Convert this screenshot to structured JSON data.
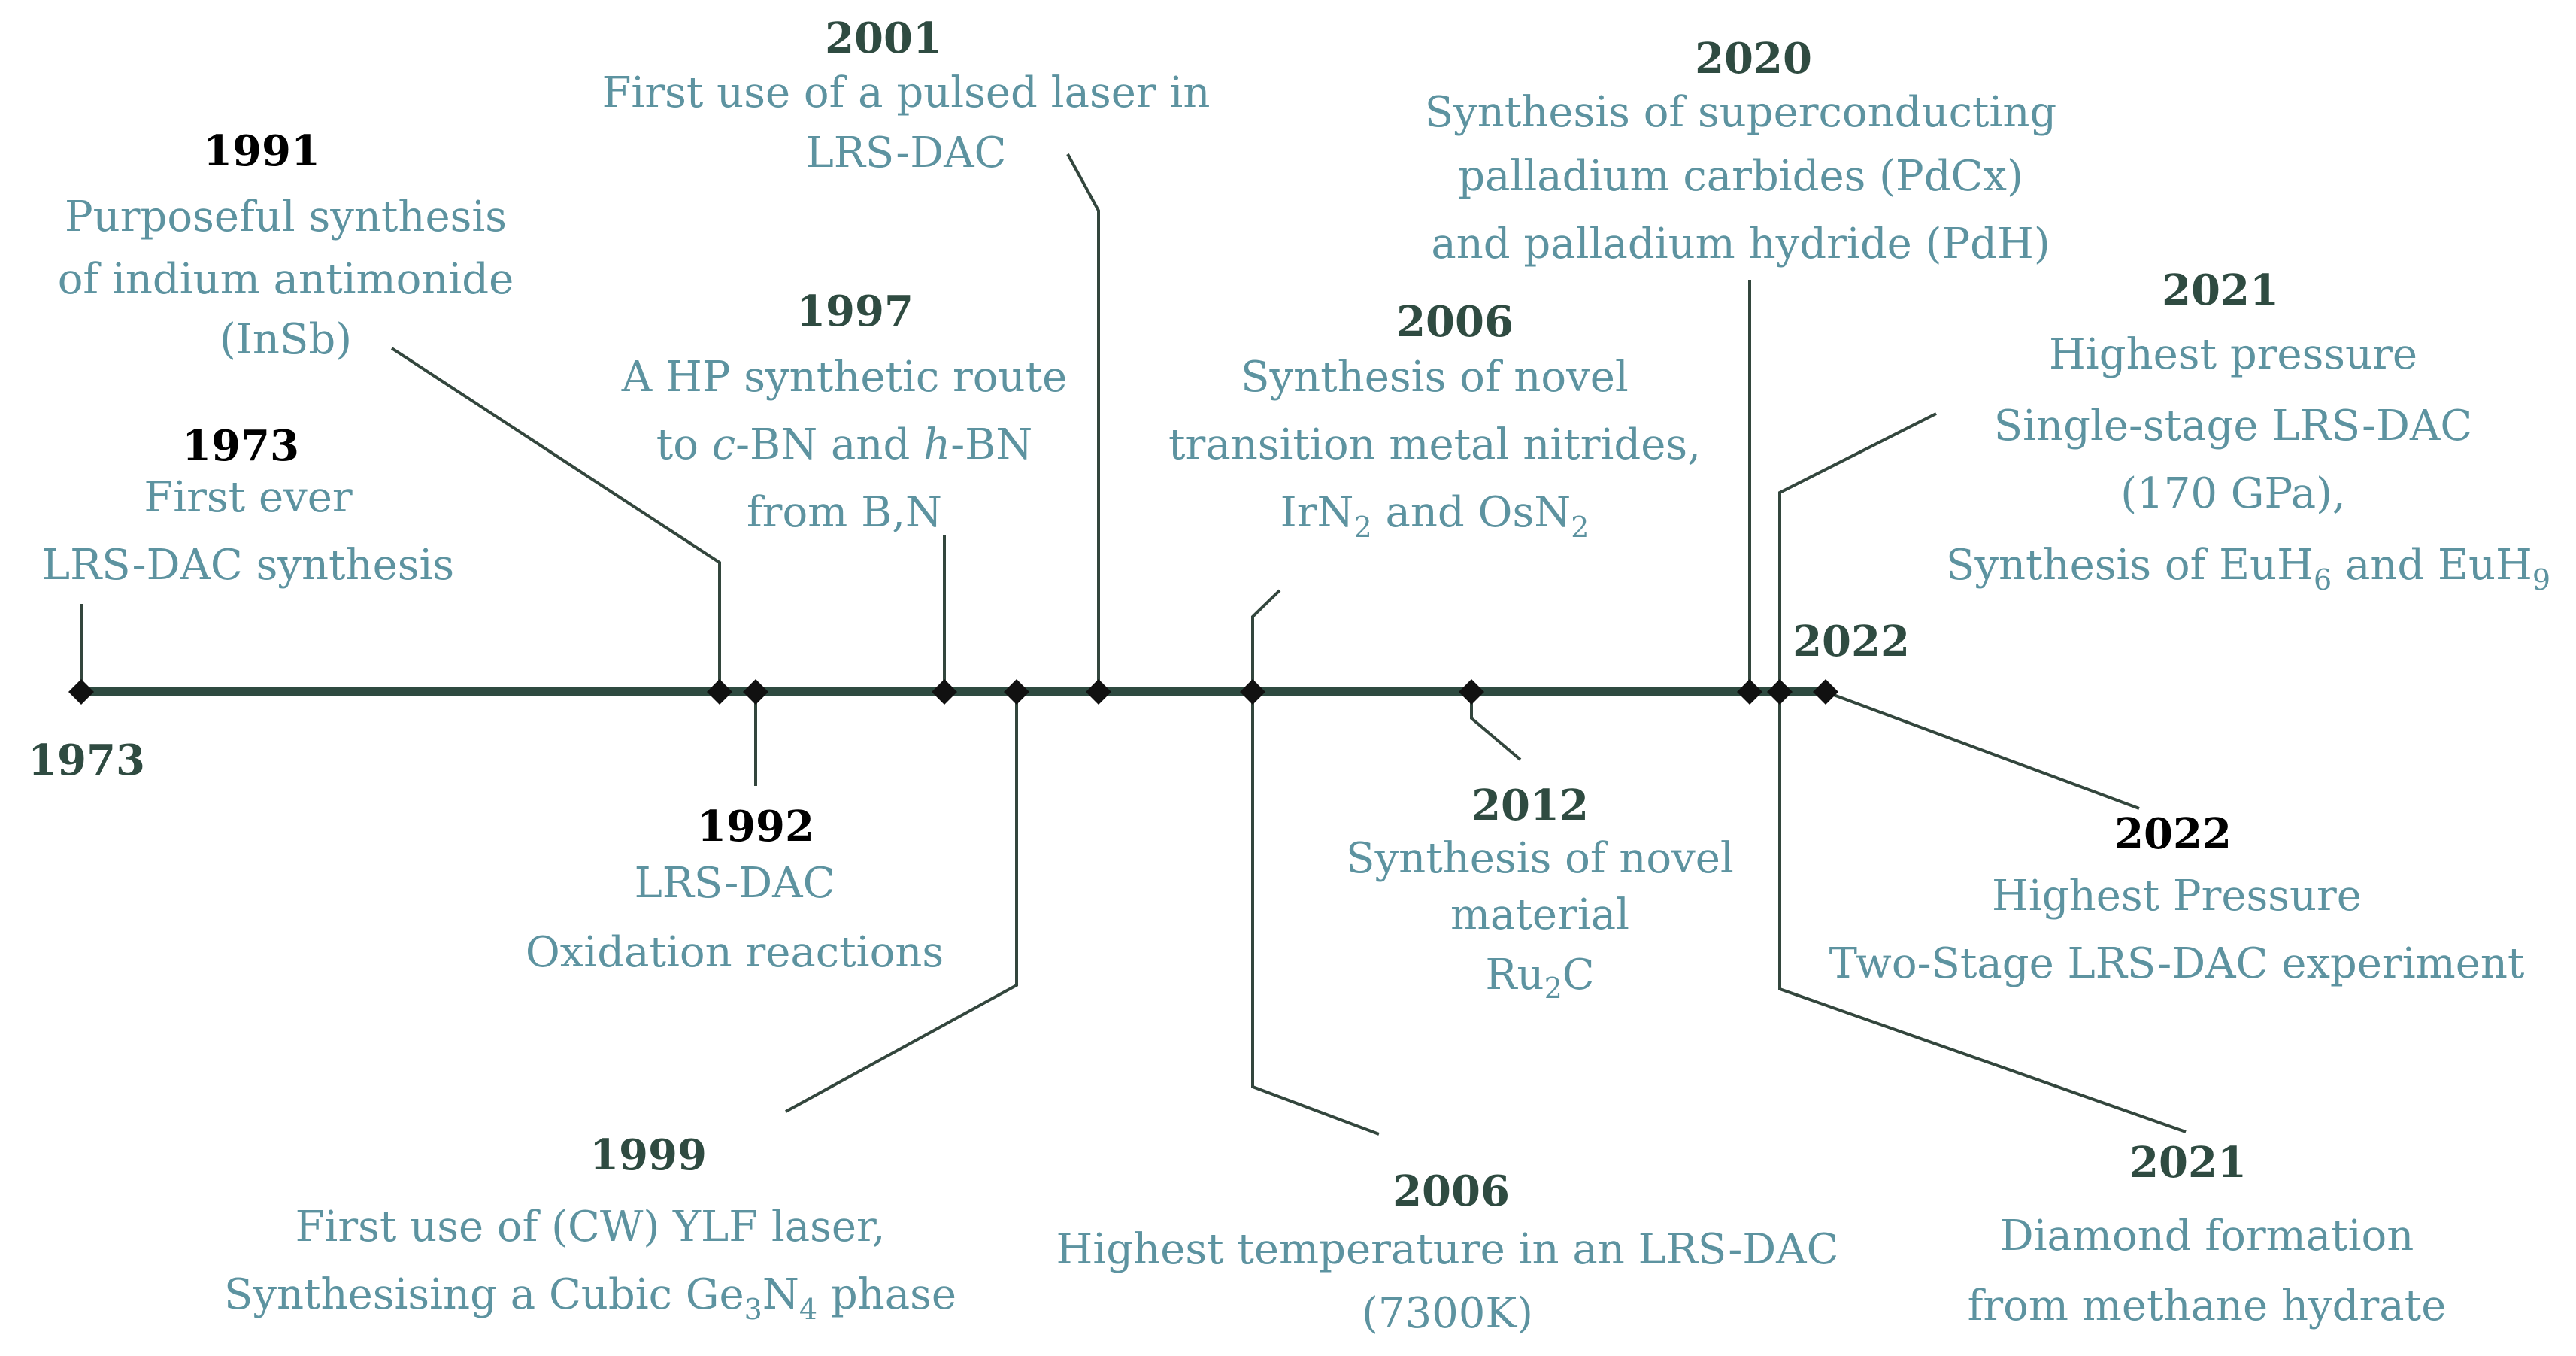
{
  "colors": {
    "axis": "#2e4a40",
    "year_dark": "#000000",
    "year_green": "#2f4b41",
    "description": "#5d93a0",
    "marker": "#111111",
    "connector": "#33463d"
  },
  "axis_labels": {
    "start": "1973",
    "end": "2022"
  },
  "events": {
    "e1973": {
      "year": "1973",
      "line1": "First ever",
      "line2": "LRS-DAC synthesis"
    },
    "e1991": {
      "year": "1991",
      "line1": "Purposeful synthesis",
      "line2": "of indium antimonide",
      "line3": "(InSb)"
    },
    "e1992": {
      "year": "1992",
      "line1": "LRS-DAC",
      "line2": "Oxidation reactions"
    },
    "e1997": {
      "year": "1997",
      "line1": "A HP synthetic route",
      "line2_a": "to ",
      "line2_b": "c",
      "line2_c": "-BN and ",
      "line2_d": "h",
      "line2_e": "-BN",
      "line3": "from B,N"
    },
    "e1999": {
      "year": "1999",
      "line1": "First use of  (CW) YLF laser,",
      "line2_a": "Synthesising a Cubic Ge",
      "line2_sub1": "3",
      "line2_b": "N",
      "line2_sub2": "4",
      "line2_c": " phase"
    },
    "e2001": {
      "year": "2001",
      "line1": "First use of a pulsed laser in",
      "line2": "LRS-DAC"
    },
    "e2006a": {
      "year": "2006",
      "line1": "Synthesis of novel",
      "line2": "transition metal nitrides,",
      "line3_a": "IrN",
      "line3_sub1": "2",
      "line3_b": " and OsN",
      "line3_sub2": "2"
    },
    "e2006b": {
      "year": "2006",
      "line1": "Highest temperature in an LRS-DAC",
      "line2": "(7300K)"
    },
    "e2012": {
      "year": "2012",
      "line1": "Synthesis of novel",
      "line2": "material",
      "line3_a": "Ru",
      "line3_sub": "2",
      "line3_b": "C"
    },
    "e2020": {
      "year": "2020",
      "line1": "Synthesis of superconducting",
      "line2": "palladium carbides (PdCx)",
      "line3": "and palladium hydride (PdH)"
    },
    "e2021a": {
      "year": "2021",
      "line1": "Highest pressure",
      "line2": "Single-stage LRS-DAC",
      "line3": "(170 GPa),",
      "line4_a": "Synthesis of EuH",
      "line4_sub1": "6",
      "line4_b": " and EuH",
      "line4_sub2": "9"
    },
    "e2021b": {
      "year": "2021",
      "line1": "Diamond formation",
      "line2": "from methane hydrate"
    },
    "e2022": {
      "year": "2022",
      "line1": "Highest Pressure",
      "line2": "Two-Stage LRS-DAC experiment"
    }
  }
}
